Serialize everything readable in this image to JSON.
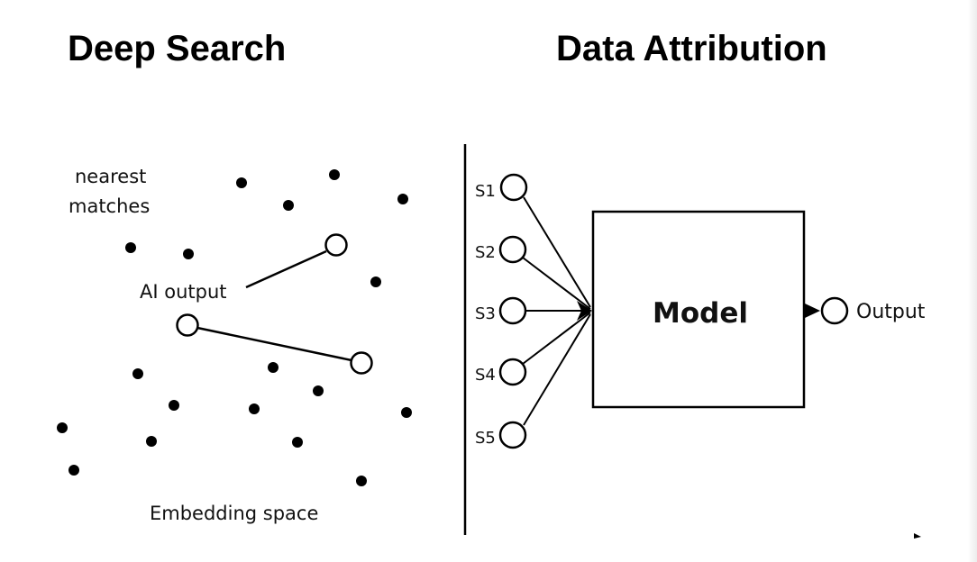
{
  "titles": {
    "left": "Deep Search",
    "right": "Data Attribution"
  },
  "deep_search": {
    "nearest_matches_line1": "nearest",
    "nearest_matches_line2": "matches",
    "ai_output_label": "AI output",
    "embedding_space_label": "Embedding space"
  },
  "data_attribution": {
    "sources": [
      "S1",
      "S2",
      "S3",
      "S4",
      "S5"
    ],
    "model_label": "Model",
    "output_label": "Output"
  }
}
